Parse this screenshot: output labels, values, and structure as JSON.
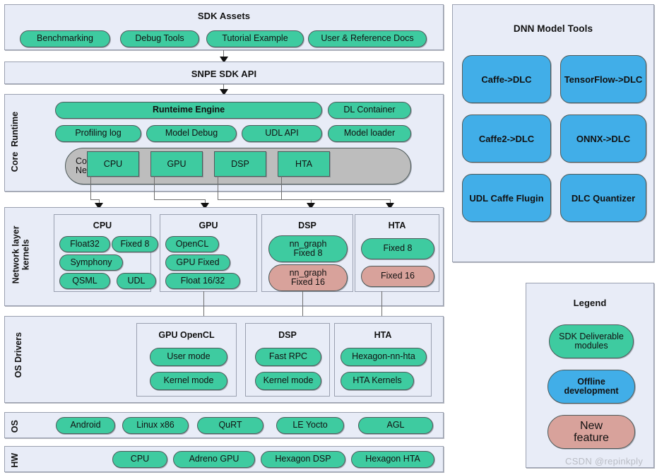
{
  "sdk_assets": {
    "title": "SDK Assets",
    "items": [
      "Benchmarking",
      "Debug Tools",
      "Tutorial Example",
      "User & Reference Docs"
    ]
  },
  "sdk_api": {
    "title": "SNPE SDK API"
  },
  "core_runtime": {
    "side_label": "Core  Runtime",
    "runtime_engine": "Runteime Engine",
    "dl_container": "DL Container",
    "row2": [
      "Profiling log",
      "Model Debug",
      "UDL API",
      "Model loader"
    ],
    "computer_networks": "Computer\nNetworks",
    "backends": [
      "CPU",
      "GPU",
      "DSP",
      "HTA"
    ]
  },
  "network_layer": {
    "side_label": "Network layer\nkernels",
    "groups": [
      {
        "title": "CPU",
        "items": [
          {
            "label": "Float32",
            "color": "green"
          },
          {
            "label": "Fixed 8",
            "color": "green"
          },
          {
            "label": "Symphony",
            "color": "green"
          },
          {
            "label": "QSML",
            "color": "green"
          },
          {
            "label": "UDL",
            "color": "green"
          }
        ]
      },
      {
        "title": "GPU",
        "items": [
          {
            "label": "OpenCL",
            "color": "green"
          },
          {
            "label": "GPU Fixed",
            "color": "green"
          },
          {
            "label": "Float 16/32",
            "color": "green"
          }
        ]
      },
      {
        "title": "DSP",
        "items": [
          {
            "label": "nn_graph\nFixed 8",
            "color": "green"
          },
          {
            "label": "nn_graph\nFixed 16",
            "color": "rose"
          }
        ]
      },
      {
        "title": "HTA",
        "items": [
          {
            "label": "Fixed 8",
            "color": "green"
          },
          {
            "label": "Fixed 16",
            "color": "rose"
          }
        ]
      }
    ]
  },
  "os_drivers": {
    "side_label": "OS Drivers",
    "groups": [
      {
        "title": "GPU OpenCL",
        "items": [
          "User mode",
          "Kernel mode"
        ]
      },
      {
        "title": "DSP",
        "items": [
          "Fast RPC",
          "Kernel mode"
        ]
      },
      {
        "title": "HTA",
        "items": [
          "Hexagon-nn-hta",
          "HTA Kernels"
        ]
      }
    ]
  },
  "os_row": {
    "side_label": "OS",
    "items": [
      "Android",
      "Linux x86",
      "QuRT",
      "LE Yocto",
      "AGL"
    ]
  },
  "hw_row": {
    "side_label": "HW",
    "items": [
      "CPU",
      "Adreno GPU",
      "Hexagon DSP",
      "Hexagon HTA"
    ]
  },
  "dnn_model_tools": {
    "title": "DNN Model Tools",
    "items": [
      "Caffe->DLC",
      "TensorFlow->DLC",
      "Caffe2->DLC",
      "ONNX->DLC",
      "UDL Caffe Flugin",
      "DLC Quantizer"
    ]
  },
  "legend": {
    "title": "Legend",
    "items": [
      {
        "label": "SDK Deliverable\nmodules",
        "color": "green"
      },
      {
        "label": "Offline\ndevelopment",
        "color": "blue"
      },
      {
        "label": "New\nfeature",
        "color": "rose"
      }
    ]
  },
  "watermark": "CSDN @repinkply",
  "colors": {
    "green": "#3ecba0",
    "blue": "#41aee8",
    "rose": "#d8a29b",
    "grey": "#bdbdbd",
    "panel": "#e8ecf7",
    "border": "#9aa0b0"
  }
}
